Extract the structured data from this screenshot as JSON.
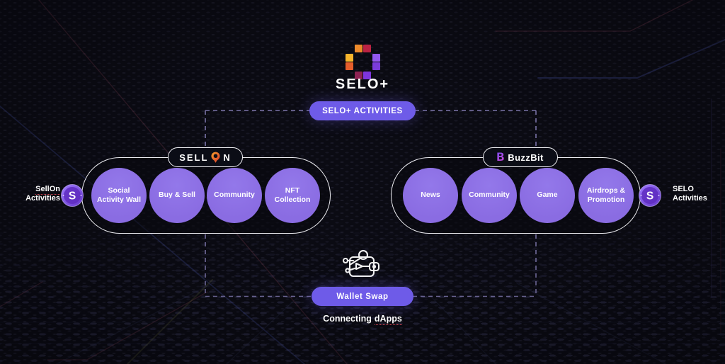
{
  "colors": {
    "bg": "#0d0d16",
    "accent_pill": "#6E5BE8",
    "circle_fill": "#8A6CE2",
    "dashed_line": "#A49BE0",
    "underline_red": "#C83C49"
  },
  "header": {
    "logo_name": "SELO+",
    "activities_pill_label": "SELO+ ACTIVITIES"
  },
  "logo": {
    "squares": [
      {
        "r": 1,
        "c": 2,
        "color": "#EE8A2B"
      },
      {
        "r": 1,
        "c": 3,
        "color": "#BB2343"
      },
      {
        "r": 2,
        "c": 1,
        "color": "#F6B42C"
      },
      {
        "r": 2,
        "c": 4,
        "color": "#9458F0"
      },
      {
        "r": 3,
        "c": 1,
        "color": "#E55E2B"
      },
      {
        "r": 3,
        "c": 4,
        "color": "#7B3BDA"
      },
      {
        "r": 4,
        "c": 2,
        "color": "#8E2353"
      },
      {
        "r": 4,
        "c": 3,
        "color": "#7E35DD"
      }
    ]
  },
  "sellon": {
    "title_pre": "SELL",
    "title_post": "N",
    "items": [
      "Social Activity Wall",
      "Buy & Sell",
      "Community",
      "NFT Collection"
    ],
    "side_label": {
      "line1": "SellOn",
      "line2": "Activities"
    }
  },
  "buzzbit": {
    "title": "BuzzBit",
    "icon_glyph": "B",
    "items": [
      "News",
      "Community",
      "Game",
      "Airdrops & Promotion"
    ],
    "side_label": {
      "line1": "SELO",
      "line2": "Activities"
    }
  },
  "footer": {
    "pill_label": "Wallet Swap",
    "caption_prefix": "Connecting",
    "caption_highlight": "dApps"
  }
}
